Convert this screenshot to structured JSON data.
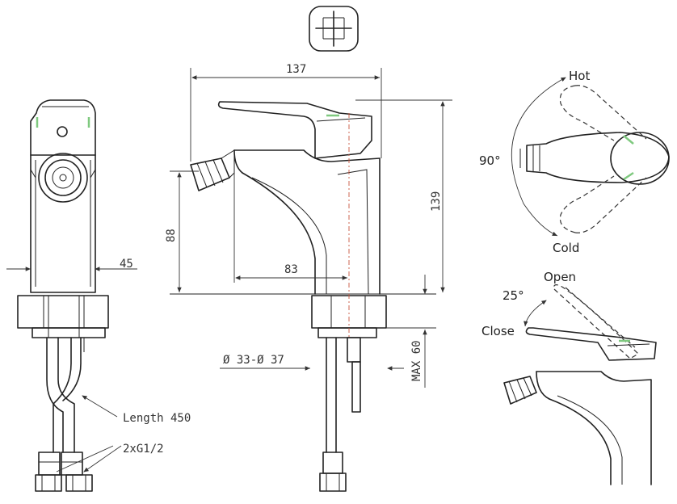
{
  "dimensions": {
    "width_top": "137",
    "height_right": "139",
    "spout_height": "88",
    "reach": "83",
    "left_width": "45",
    "hole_diameter": "Ø 33-Ø 37",
    "max_thickness": "MAX 60"
  },
  "callouts": {
    "hose_length": "Length 450",
    "connection": "2xG1/2"
  },
  "rotation": {
    "hot": "Hot",
    "cold": "Cold",
    "angle": "90°"
  },
  "tilt": {
    "open": "Open",
    "close": "Close",
    "angle": "25°"
  },
  "colors": {
    "line": "#222222",
    "center_axis": "#c8553d",
    "lever_marker": "#7fc97f"
  }
}
